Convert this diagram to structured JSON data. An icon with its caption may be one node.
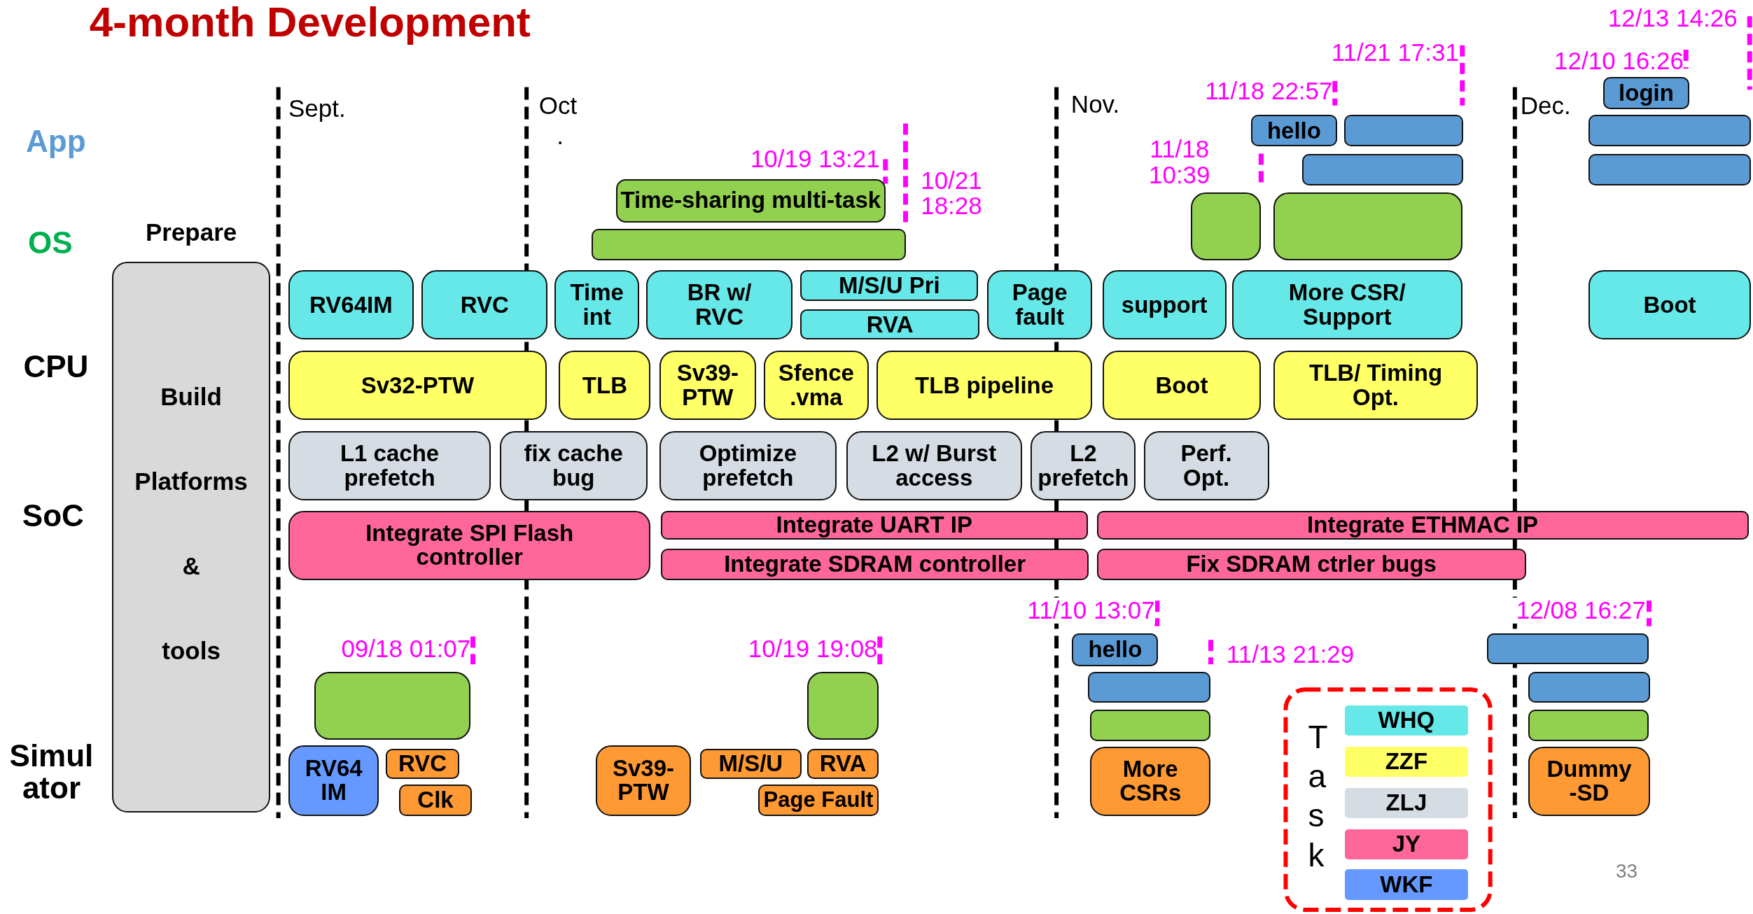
{
  "diagram": {
    "title": "4-month Development",
    "nodes": [
      {
        "text": [
          "Prepare",
          "Build Platforms & tools"
        ]
      },
      {
        "text": [
          "hello"
        ],
        "beside": [
          "11/18 22:57"
        ]
      },
      {
        "text": [],
        "shape": "box",
        "beside": [
          "11/21 17:31"
        ]
      },
      {
        "text": [],
        "shape": "box"
      },
      {
        "text": [
          "login"
        ],
        "beside": [
          "12/10 16:26"
        ]
      },
      {
        "text": [],
        "shape": "box"
      },
      {
        "text": [],
        "shape": "box"
      },
      {
        "text": [
          "Time-sharing multi-task"
        ],
        "beside": [
          "10/19 13:21"
        ]
      },
      {
        "text": [],
        "shape": "box",
        "beside": [
          "10/21 18:28"
        ]
      },
      {
        "text": [],
        "shape": "box",
        "beside": [
          "11/18 10:39"
        ]
      },
      {
        "text": [],
        "shape": "box"
      },
      {
        "text": [
          "RV64IM"
        ]
      },
      {
        "text": [
          "RVC"
        ]
      },
      {
        "text": [
          "Time int"
        ]
      },
      {
        "text": [
          "BR w/ RVC"
        ]
      },
      {
        "text": [
          "M/S/U Pri"
        ]
      },
      {
        "text": [
          "RVA"
        ]
      },
      {
        "text": [
          "Page fault"
        ]
      },
      {
        "text": [
          "support"
        ]
      },
      {
        "text": [
          "More CSR/ Support"
        ]
      },
      {
        "text": [
          "Boot"
        ]
      },
      {
        "text": [
          "Sv32-PTW"
        ]
      },
      {
        "text": [
          "TLB"
        ]
      },
      {
        "text": [
          "Sv39- PTW"
        ]
      },
      {
        "text": [
          "Sfence .vma"
        ]
      },
      {
        "text": [
          "TLB pipeline"
        ]
      },
      {
        "text": [
          "Boot"
        ]
      },
      {
        "text": [
          "TLB/ Timing Opt."
        ]
      },
      {
        "text": [
          "L1 cache prefetch"
        ]
      },
      {
        "text": [
          "fix cache bug"
        ]
      },
      {
        "text": [
          "Optimize prefetch"
        ]
      },
      {
        "text": [
          "L2 w/ Burst access"
        ]
      },
      {
        "text": [
          "L2 prefetch"
        ]
      },
      {
        "text": [
          "Perf. Opt."
        ]
      },
      {
        "text": [
          "Integrate SPI Flash controller"
        ]
      },
      {
        "text": [
          "Integrate UART IP"
        ]
      },
      {
        "text": [
          "Integrate SDRAM controller"
        ]
      },
      {
        "text": [
          "Integrate ETHMAC IP"
        ]
      },
      {
        "text": [
          "Fix SDRAM ctrler bugs"
        ]
      },
      {
        "text": [],
        "shape": "box",
        "beside": [
          "09/18 01:07"
        ]
      },
      {
        "text": [
          "RV64 IM"
        ]
      },
      {
        "text": [
          "RVC"
        ]
      },
      {
        "text": [
          "Clk"
        ]
      },
      {
        "text": [
          "Sv39- PTW"
        ]
      },
      {
        "text": [],
        "shape": "box",
        "beside": [
          "10/19 19:08"
        ]
      },
      {
        "text": [
          "M/S/U"
        ]
      },
      {
        "text": [
          "RVA"
        ]
      },
      {
        "text": [
          "Page Fault"
        ]
      },
      {
        "text": [
          "hello"
        ],
        "beside": [
          "11/10 13:07"
        ]
      },
      {
        "text": [],
        "shape": "box",
        "beside": [
          "11/13 21:29"
        ]
      },
      {
        "text": [],
        "shape": "box"
      },
      {
        "text": [
          "More CSRs"
        ]
      },
      {
        "text": [],
        "shape": "box",
        "beside": [
          "12/08 16:27"
        ]
      },
      {
        "text": [],
        "shape": "box"
      },
      {
        "text": [],
        "shape": "box"
      },
      {
        "text": [
          "Dummy -SD"
        ]
      }
    ],
    "edges": [],
    "labels": [
      "App",
      "OS",
      "CPU",
      "SoC",
      "Simul ator",
      "Sept.",
      "Oct",
      ".",
      "Nov.",
      "Dec.",
      "12/13 14:26",
      "Task",
      "33"
    ],
    "legend": [
      {
        "text": "WHQ",
        "color": "#66e8e8"
      },
      {
        "text": "ZZF",
        "color": "#ffff66"
      },
      {
        "text": "ZLJ",
        "color": "#d6dce4"
      },
      {
        "text": "JY",
        "color": "#ff6699"
      },
      {
        "text": "WKF",
        "color": "#6699ff"
      }
    ]
  }
}
